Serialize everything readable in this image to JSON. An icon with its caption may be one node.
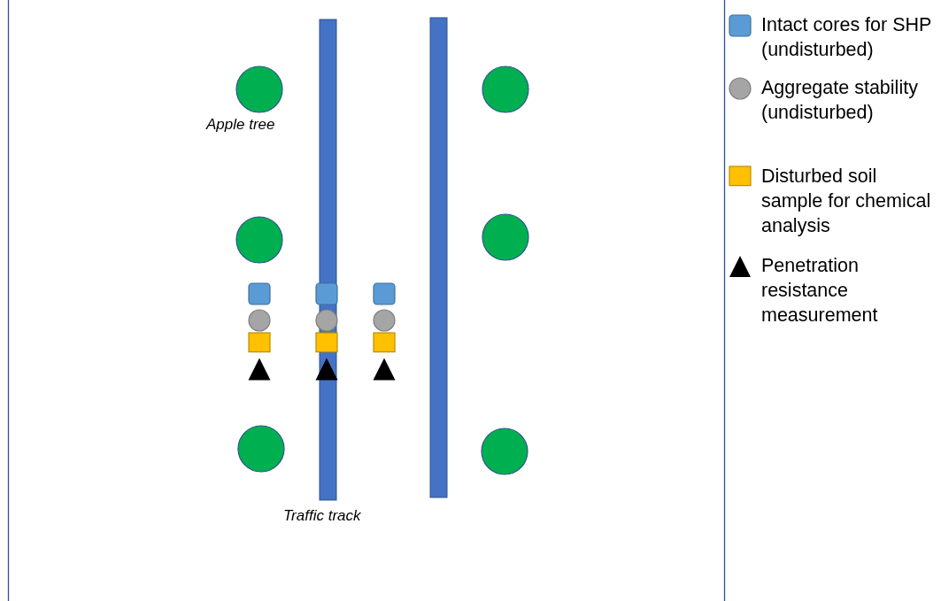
{
  "diagram": {
    "labels": [
      "Apple tree",
      "Traffic track"
    ],
    "legend": [
      {
        "text": "Intact cores for SHP (undisturbed)",
        "color": "#5b9bd5"
      },
      {
        "text": "Aggregate stability (undisturbed)",
        "color": "#a5a5a5"
      },
      {
        "text": "Disturbed soil sample for chemical analysis",
        "color": "#ffc000"
      },
      {
        "text": "Penetration resistance measurement"
      }
    ]
  }
}
